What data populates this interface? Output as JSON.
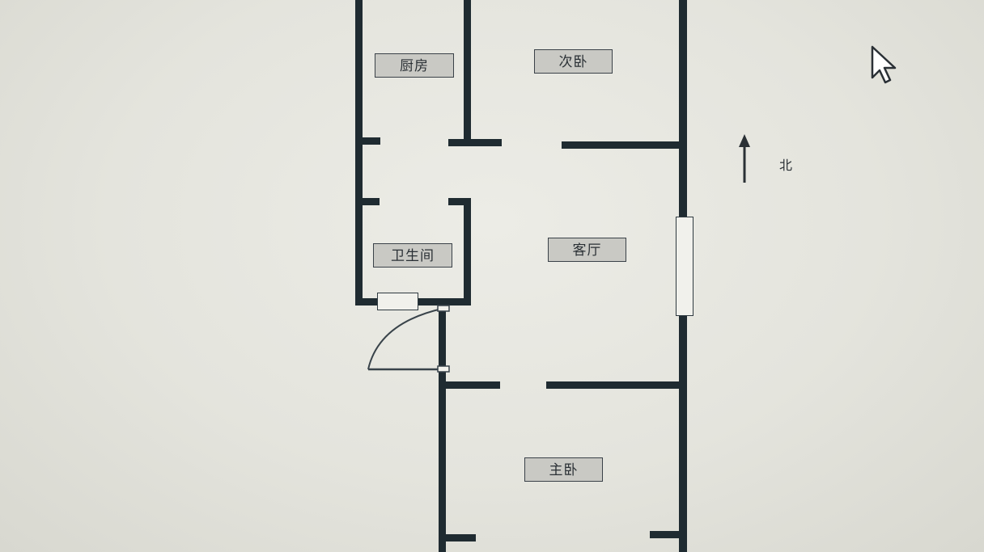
{
  "floor_plan": {
    "rooms": {
      "kitchen": "厨房",
      "second_bedroom": "次卧",
      "bathroom": "卫生间",
      "living_room": "客厅",
      "master_bedroom": "主卧"
    },
    "compass": {
      "label": "北",
      "icon": "north-arrow-icon"
    },
    "cursor": {
      "icon": "mouse-pointer-icon"
    },
    "colors": {
      "wall": "#1f2b31",
      "background": "#e6e6df",
      "label_fill": "#c9c9c4"
    }
  }
}
